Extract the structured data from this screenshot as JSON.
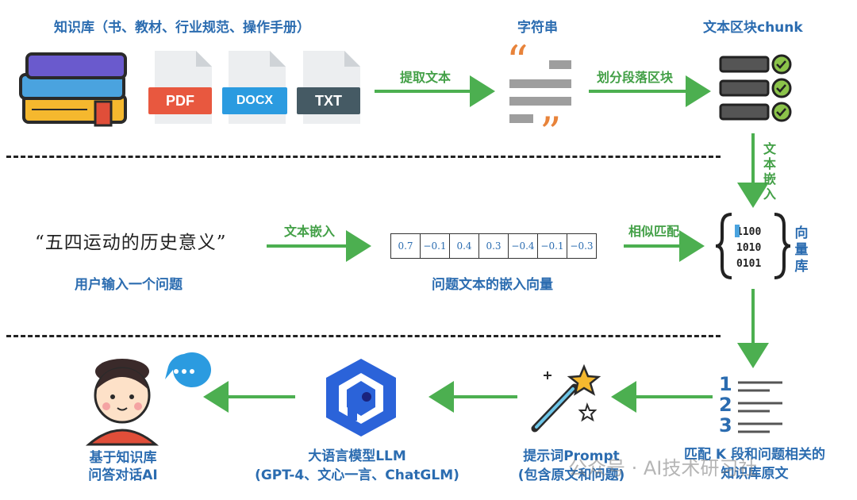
{
  "top_row": {
    "knowledge_base_label": "知识库（书、教材、行业规范、操作手册）",
    "file_types": [
      "PDF",
      "DOCX",
      "TXT"
    ],
    "string_label": "字符串",
    "chunk_label": "文本区块chunk",
    "extract_arrow_label": "提取文本",
    "split_arrow_label": "划分段落区块",
    "embed_vertical_label": "文本嵌入"
  },
  "middle_row": {
    "user_query": "“五四运动的历史意义”",
    "user_query_label": "用户输入一个问题",
    "embed_arrow_label": "文本嵌入",
    "vector_values": [
      "0.7",
      "−0.1",
      "0.4",
      "0.3",
      "−0.4",
      "−0.1",
      "−0.3"
    ],
    "vector_label": "问题文本的嵌入向量",
    "match_arrow_label": "相似匹配",
    "vector_db_label": "向量库"
  },
  "bottom_row": {
    "chat_label_1": "基于知识库",
    "chat_label_2": "问答对话AI",
    "llm_label_1": "大语言模型LLM",
    "llm_label_2": "(GPT-4、文心一言、ChatGLM)",
    "prompt_label_1": "提示词Prompt",
    "prompt_label_2": "(包含原文和问题)",
    "match_k_label_1": "匹配 K 段和问题相关的",
    "match_k_label_2": "知识库原文",
    "list_numbers": [
      "1",
      "2",
      "3"
    ]
  },
  "watermark": "公众号 · AI技术研习社",
  "colors": {
    "blue": "#2b6cb0",
    "green": "#43a047"
  }
}
